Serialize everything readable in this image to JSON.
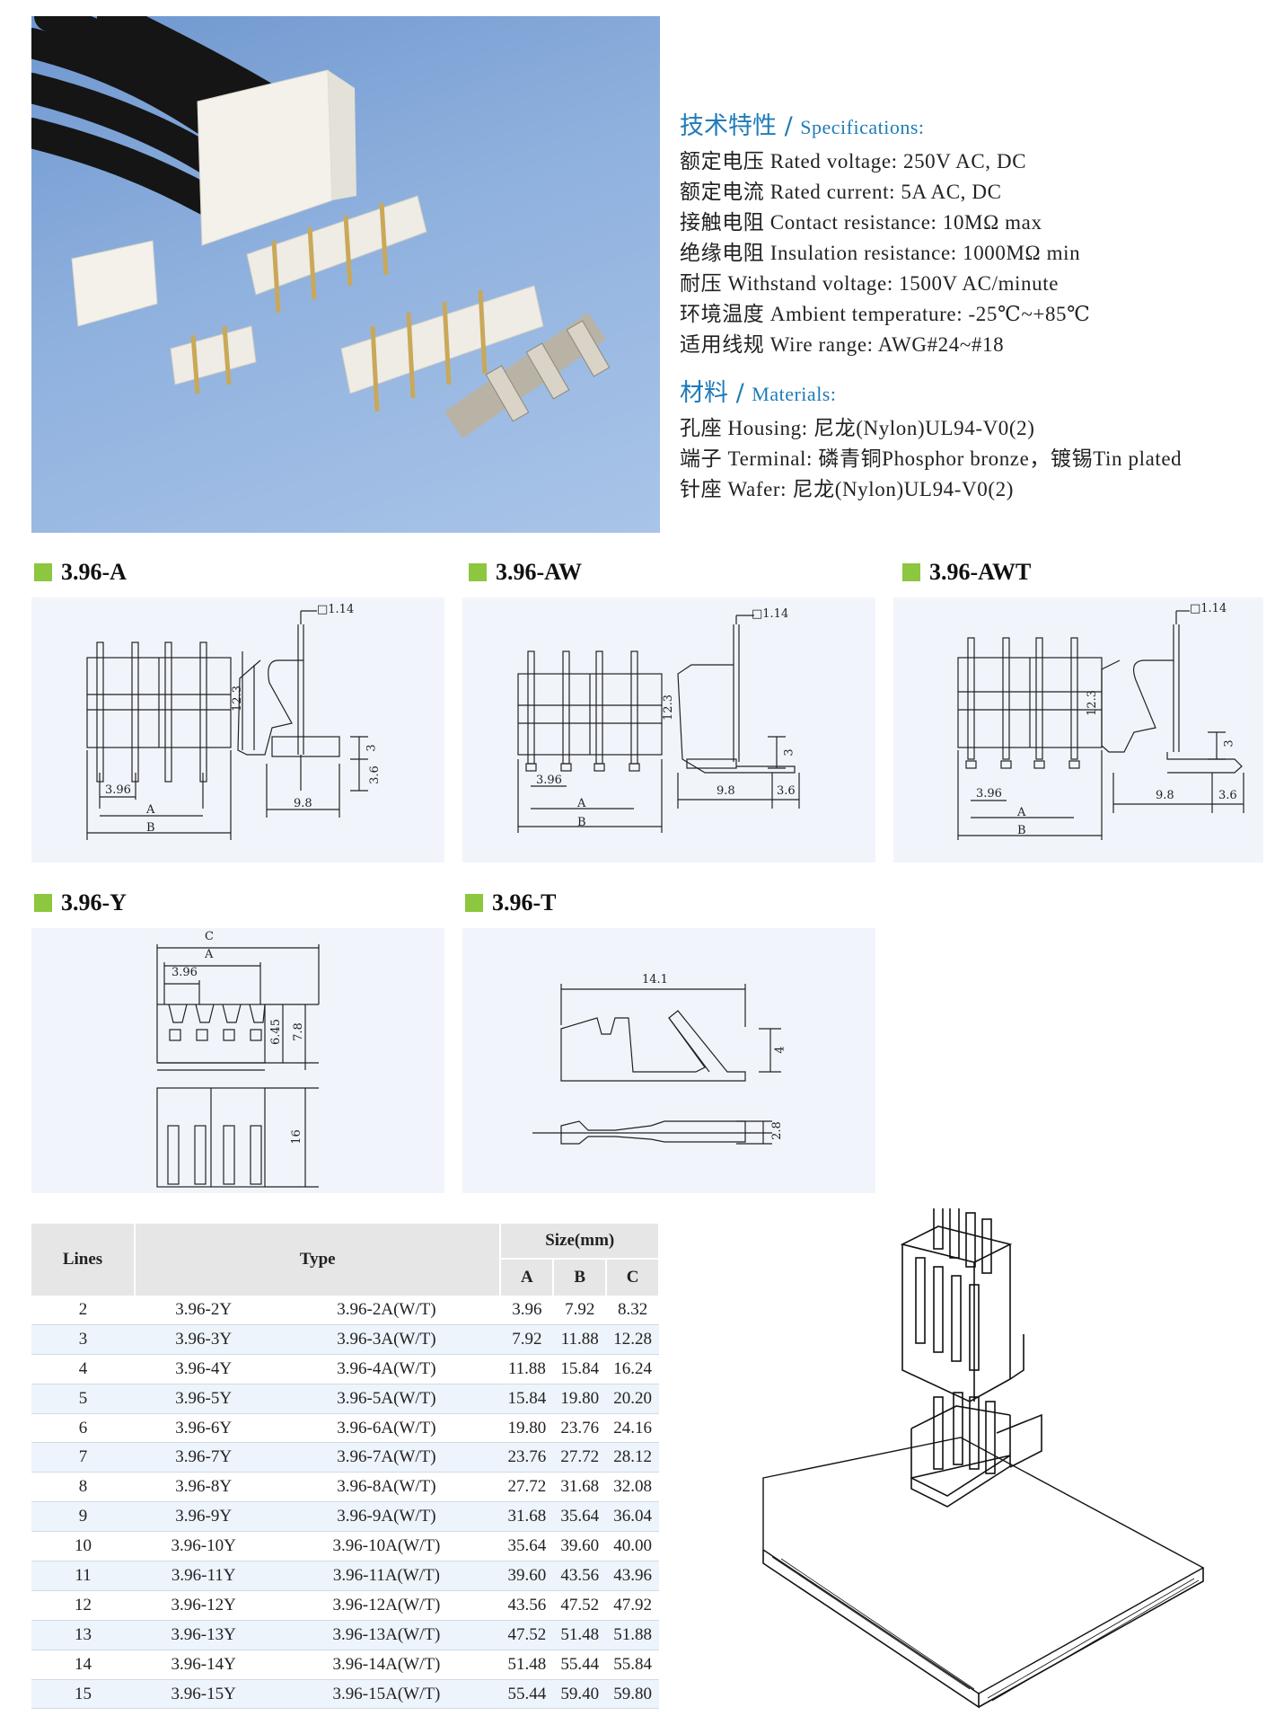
{
  "specs": {
    "title_cn": "技术特性 /",
    "title_en": "Specifications:",
    "lines": [
      "额定电压 Rated voltage: 250V AC, DC",
      "额定电流 Rated current: 5A AC, DC",
      "接触电阻 Contact resistance: 10MΩ max",
      "绝缘电阻 Insulation resistance: 1000MΩ min",
      "耐压 Withstand voltage: 1500V AC/minute",
      "环境温度 Ambient temperature: -25℃~+85℃",
      "适用线规 Wire range: AWG#24~#18"
    ]
  },
  "materials": {
    "title_cn": "材料 /",
    "title_en": "Materials:",
    "lines": [
      "孔座 Housing: 尼龙(Nylon)UL94-V0(2)",
      "端子 Terminal: 磷青铜Phosphor bronze，镀锡Tin plated",
      "针座 Wafer: 尼龙(Nylon)UL94-V0(2)"
    ]
  },
  "sections": {
    "a": "3.96-A",
    "aw": "3.96-AW",
    "awt": "3.96-AWT",
    "y": "3.96-Y",
    "t": "3.96-T"
  },
  "dims": {
    "pin": "□1.14",
    "h123": "12.3",
    "h3": "3",
    "h36": "3.6",
    "w98": "9.8",
    "pitch": "3.96",
    "A": "A",
    "B": "B",
    "C": "C",
    "h645": "6.45",
    "h78": "7.8",
    "h16": "16",
    "w141": "14.1",
    "h4": "4",
    "h28": "2.8"
  },
  "table": {
    "headers": {
      "lines": "Lines",
      "type": "Type",
      "size": "Size(mm)",
      "a": "A",
      "b": "B",
      "c": "C"
    },
    "rows": [
      [
        "2",
        "3.96-2Y",
        "3.96-2A(W/T)",
        "3.96",
        "7.92",
        "8.32"
      ],
      [
        "3",
        "3.96-3Y",
        "3.96-3A(W/T)",
        "7.92",
        "11.88",
        "12.28"
      ],
      [
        "4",
        "3.96-4Y",
        "3.96-4A(W/T)",
        "11.88",
        "15.84",
        "16.24"
      ],
      [
        "5",
        "3.96-5Y",
        "3.96-5A(W/T)",
        "15.84",
        "19.80",
        "20.20"
      ],
      [
        "6",
        "3.96-6Y",
        "3.96-6A(W/T)",
        "19.80",
        "23.76",
        "24.16"
      ],
      [
        "7",
        "3.96-7Y",
        "3.96-7A(W/T)",
        "23.76",
        "27.72",
        "28.12"
      ],
      [
        "8",
        "3.96-8Y",
        "3.96-8A(W/T)",
        "27.72",
        "31.68",
        "32.08"
      ],
      [
        "9",
        "3.96-9Y",
        "3.96-9A(W/T)",
        "31.68",
        "35.64",
        "36.04"
      ],
      [
        "10",
        "3.96-10Y",
        "3.96-10A(W/T)",
        "35.64",
        "39.60",
        "40.00"
      ],
      [
        "11",
        "3.96-11Y",
        "3.96-11A(W/T)",
        "39.60",
        "43.56",
        "43.96"
      ],
      [
        "12",
        "3.96-12Y",
        "3.96-12A(W/T)",
        "43.56",
        "47.52",
        "47.92"
      ],
      [
        "13",
        "3.96-13Y",
        "3.96-13A(W/T)",
        "47.52",
        "51.48",
        "51.88"
      ],
      [
        "14",
        "3.96-14Y",
        "3.96-14A(W/T)",
        "51.48",
        "55.44",
        "55.84"
      ],
      [
        "15",
        "3.96-15Y",
        "3.96-15A(W/T)",
        "55.44",
        "59.40",
        "59.80"
      ]
    ]
  }
}
